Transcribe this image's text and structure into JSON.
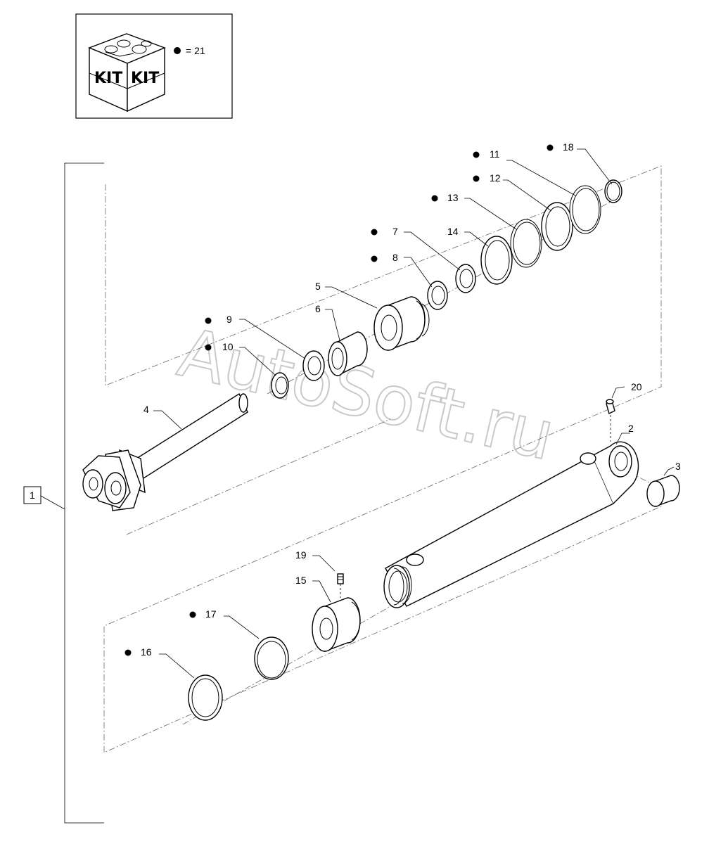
{
  "kit_legend": {
    "box_words": [
      "KIT",
      "KIT"
    ],
    "equation": "= 21"
  },
  "watermark": "AutoSoft.ru",
  "assembly_label": "1",
  "callouts": [
    {
      "id": "2",
      "kit": false
    },
    {
      "id": "3",
      "kit": false
    },
    {
      "id": "4",
      "kit": false
    },
    {
      "id": "5",
      "kit": false
    },
    {
      "id": "6",
      "kit": false
    },
    {
      "id": "7",
      "kit": true
    },
    {
      "id": "8",
      "kit": true
    },
    {
      "id": "9",
      "kit": true
    },
    {
      "id": "10",
      "kit": true
    },
    {
      "id": "11",
      "kit": true
    },
    {
      "id": "12",
      "kit": true
    },
    {
      "id": "13",
      "kit": true
    },
    {
      "id": "14",
      "kit": false
    },
    {
      "id": "15",
      "kit": false
    },
    {
      "id": "16",
      "kit": true
    },
    {
      "id": "17",
      "kit": true
    },
    {
      "id": "18",
      "kit": true
    },
    {
      "id": "19",
      "kit": false
    },
    {
      "id": "20",
      "kit": false
    }
  ]
}
